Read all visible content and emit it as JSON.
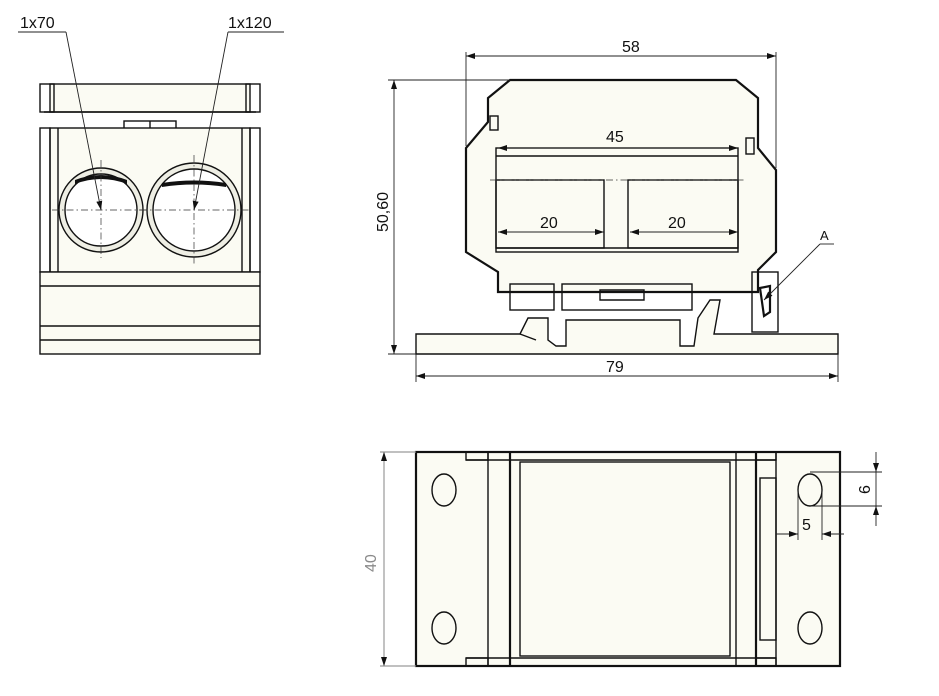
{
  "front_view": {
    "hole_left_label": "1x70",
    "hole_right_label": "1x120"
  },
  "side_view": {
    "dim_top": "58",
    "dim_inner": "45",
    "dim_left_slot": "20",
    "dim_right_slot": "20",
    "dim_height": "50,60",
    "dim_base": "79",
    "detail_marker": "A"
  },
  "top_view": {
    "dim_depth": "40",
    "dim_hole_height": "6",
    "dim_hole_width": "5"
  }
}
